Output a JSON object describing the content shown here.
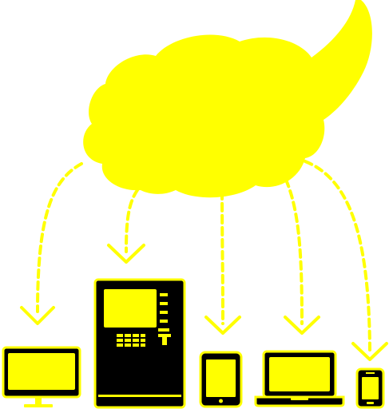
{
  "illustration": {
    "cloud": {
      "icon": "cloud-icon"
    },
    "devices": [
      {
        "name": "monitor",
        "icon": "desktop-monitor-icon"
      },
      {
        "name": "atm",
        "icon": "atm-kiosk-icon"
      },
      {
        "name": "tablet",
        "icon": "tablet-icon"
      },
      {
        "name": "laptop",
        "icon": "laptop-icon"
      },
      {
        "name": "phone",
        "icon": "smartphone-icon"
      }
    ],
    "colors": {
      "accent": "#ffff00",
      "outline": "#000000",
      "background": "#ffffff"
    }
  }
}
